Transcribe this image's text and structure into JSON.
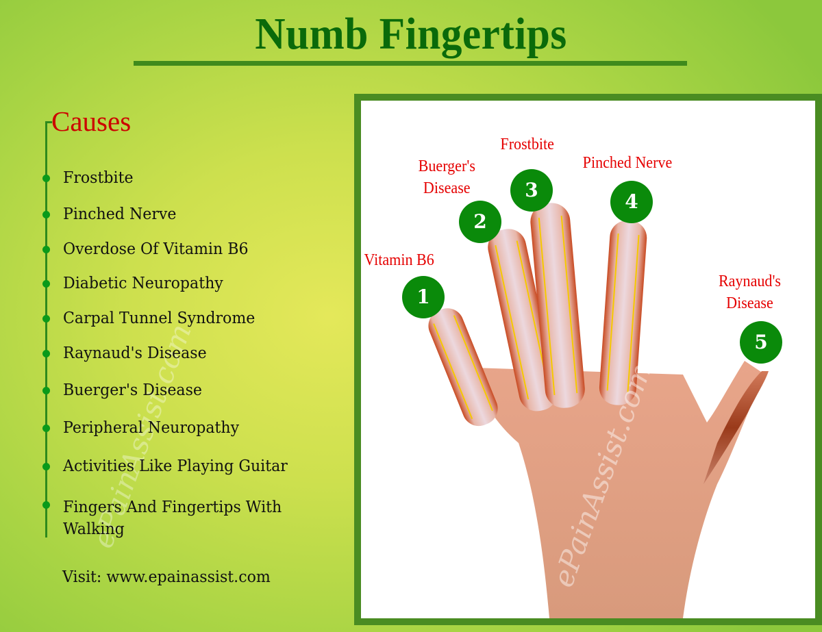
{
  "header": {
    "title": "Numb Fingertips"
  },
  "causes": {
    "heading": "Causes",
    "items": [
      {
        "label": "Frostbite"
      },
      {
        "label": "Pinched Nerve"
      },
      {
        "label": "Overdose Of Vitamin B6"
      },
      {
        "label": "Diabetic Neuropathy"
      },
      {
        "label": "Carpal Tunnel Syndrome"
      },
      {
        "label": "Raynaud's Disease"
      },
      {
        "label": "Buerger's Disease"
      },
      {
        "label": "Peripheral Neuropathy"
      },
      {
        "label": "Activities Like Playing Guitar"
      },
      {
        "label": "Fingers And Fingertips With",
        "label_line2": "Walking"
      }
    ],
    "visit": "Visit: www.epainassist.com"
  },
  "diagram": {
    "image_alt": "hand-illustration",
    "markers": [
      {
        "number": "1",
        "label": "Vitamin B6"
      },
      {
        "number": "2",
        "label_line1": "Buerger's",
        "label_line2": "Disease"
      },
      {
        "number": "3",
        "label": "Frostbite"
      },
      {
        "number": "4",
        "label": "Pinched Nerve"
      },
      {
        "number": "5",
        "label_line1": "Raynaud's",
        "label_line2": "Disease"
      }
    ]
  },
  "watermarks": {
    "left": "ePainAssist.com",
    "right": "ePainAssist.com"
  },
  "colors": {
    "title": "#0a6a0a",
    "heading": "#cc0000",
    "label": "#e50000",
    "marker": "#0a8a0a",
    "frame": "#4a8c22",
    "rule": "#3f8a1c"
  }
}
